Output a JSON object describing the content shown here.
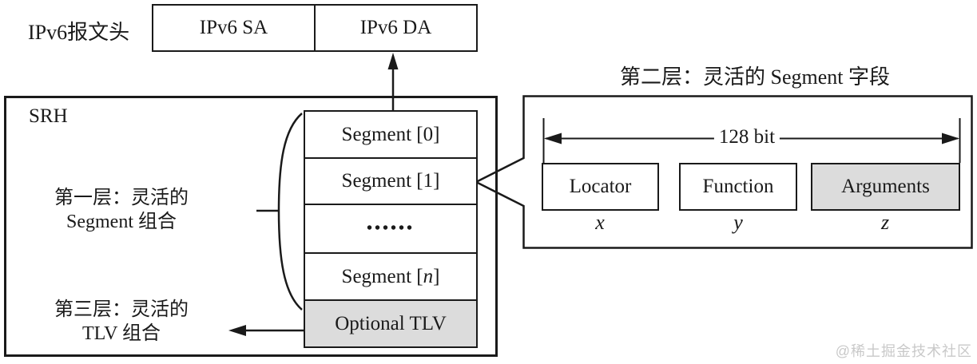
{
  "ipv6_header": {
    "label": "IPv6报文头",
    "sa": "IPv6 SA",
    "da": "IPv6 DA"
  },
  "srh": {
    "title": "SRH",
    "layer1_line1": "第一层：灵活的",
    "layer1_line2": "Segment 组合",
    "layer3_line1": "第三层：灵活的",
    "layer3_line2": "TLV 组合",
    "segments": [
      {
        "text": "Segment [0]"
      },
      {
        "text": "Segment [1]"
      },
      {
        "text": "••••••"
      },
      {
        "prefix": "Segment [",
        "var": "n",
        "suffix": "]"
      }
    ],
    "optional_tlv": "Optional TLV"
  },
  "segment_detail": {
    "title": "第二层：灵活的 Segment 字段",
    "bit_width": "128 bit",
    "fields": [
      {
        "label": "Locator",
        "var": "x"
      },
      {
        "label": "Function",
        "var": "y"
      },
      {
        "label": "Arguments",
        "var": "z"
      }
    ]
  },
  "watermark": "@稀土掘金技术社区",
  "colors": {
    "line": "#1a1a1a",
    "highlight_fill": "#dcdcdc",
    "watermark_text": "#c9c9c9",
    "background": "#ffffff"
  }
}
